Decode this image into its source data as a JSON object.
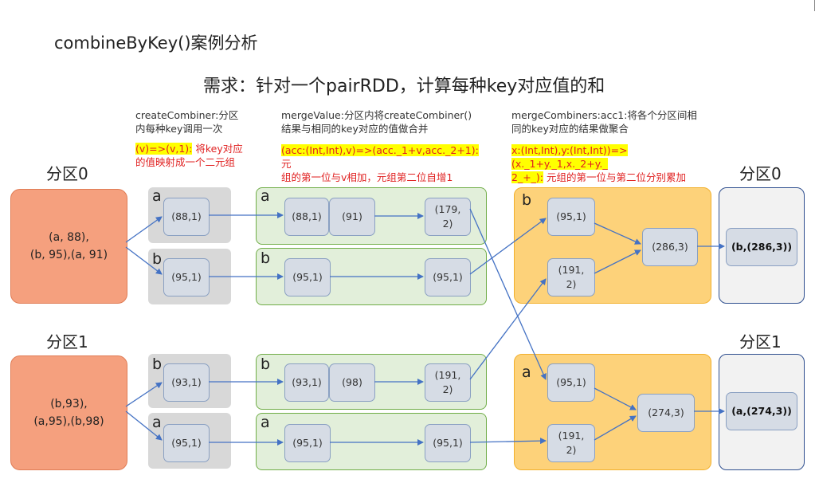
{
  "title": "combineByKey()案例分析",
  "subtitle": "需求：针对一个pairRDD，计算每种key对应值的和",
  "columns": {
    "createCombiner": {
      "desc": "createCombiner:分区\n内每种key调用一次",
      "hl_code": "(v)=>(v,1):",
      "hl_text_a": "将key对应",
      "hl_text_b": "的值映射成一个二元组"
    },
    "mergeValue": {
      "desc": "mergeValue:分区内将createCombiner()\n结果与相同的key对应的值做合并",
      "hl_code": "(acc:(Int,Int),v)=>(acc._1+v,acc._2+1):",
      "hl_text_a": "元",
      "hl_text_b": "组的第一位与v相加，元组第二位自增1"
    },
    "mergeCombiners": {
      "desc": "mergeCombiners:acc1:将各个分区间相\n同的key对应的结果做聚合",
      "hl_code_a": "x:(Int,Int),y:(Int,Int))=>(x._1+y._1,x._2+y._",
      "hl_code_b": "2_+_):",
      "hl_text": "元组的第一位与第二位分别累加"
    }
  },
  "partitions": [
    {
      "label": "分区0",
      "source": "(a, 88),\n(b, 95),(a, 91)"
    },
    {
      "label": "分区1",
      "source": "(b,93),\n(a,95),(b,98)"
    }
  ],
  "result_labels": [
    "分区0",
    "分区1"
  ],
  "p0": {
    "grey_a": {
      "key": "a",
      "node": "(88,1)"
    },
    "grey_b": {
      "key": "b",
      "node": "(95,1)"
    },
    "green_a": {
      "key": "a",
      "n1": "(88,1)",
      "n2": "(91)",
      "n3": "(179,\n2)"
    },
    "green_b": {
      "key": "b",
      "n1": "(95,1)",
      "n3": "(95,1)"
    }
  },
  "p1": {
    "grey_b": {
      "key": "b",
      "node": "(93,1)"
    },
    "grey_a": {
      "key": "a",
      "node": "(95,1)"
    },
    "green_b": {
      "key": "b",
      "n1": "(93,1)",
      "n2": "(98)",
      "n3": "(191,\n2)"
    },
    "green_a": {
      "key": "a",
      "n1": "(95,1)",
      "n3": "(95,1)"
    }
  },
  "merge_b": {
    "key": "b",
    "in1": "(95,1)",
    "in2": "(191,\n2)",
    "out": "(286,3)",
    "result": "(b,(286,3))"
  },
  "merge_a": {
    "key": "a",
    "in1": "(95,1)",
    "in2": "(191,\n2)",
    "out": "(274,3)",
    "result": "(a,(274,3))"
  }
}
